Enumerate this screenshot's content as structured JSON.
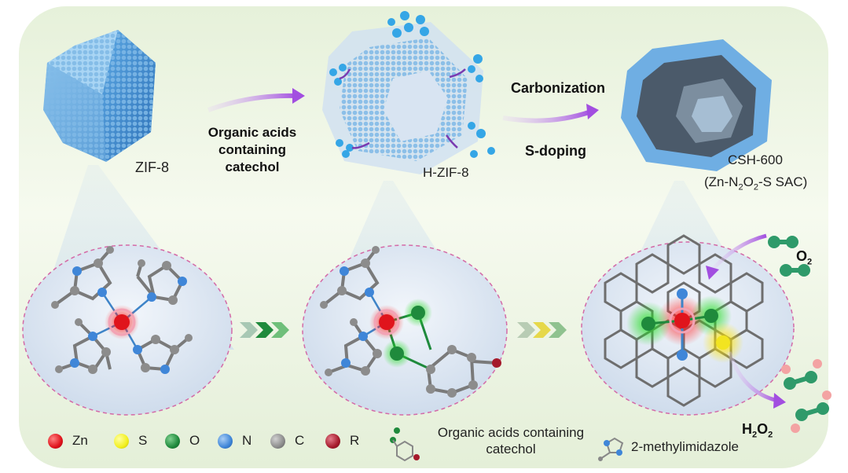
{
  "labels": {
    "zif8": "ZIF-8",
    "step1": "Organic acids containing catechol",
    "hzif8": "H-ZIF-8",
    "carbonization": "Carbonization",
    "sdoping": "S-doping",
    "csh600": "CSH-600",
    "sac": "(Zn-N2O2-S SAC)",
    "o2": "O2",
    "h2o2": "H2O2"
  },
  "legend": [
    {
      "symbol": "Zn",
      "color": "#e0141c"
    },
    {
      "symbol": "S",
      "color": "#f2f020"
    },
    {
      "symbol": "O",
      "color": "#1f8a3c"
    },
    {
      "symbol": "N",
      "color": "#3f86d8"
    },
    {
      "symbol": "C",
      "color": "#8c8c8c"
    },
    {
      "symbol": "R",
      "color": "#a51a2b"
    }
  ],
  "legend_text": {
    "organic": "Organic acids containing catechol",
    "methylimidazole": "2-methylimidazole"
  }
}
